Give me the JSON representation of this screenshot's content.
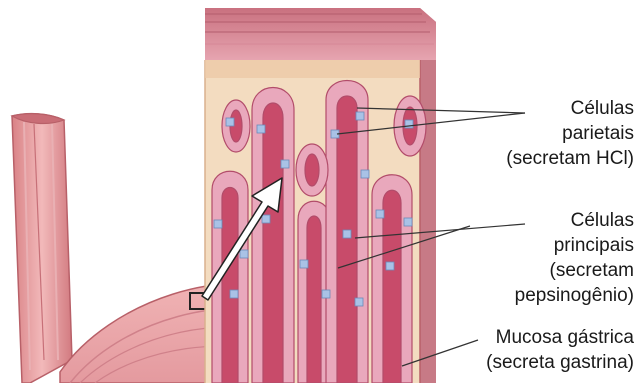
{
  "labels": {
    "parietal": {
      "line1": "Células",
      "line2": "parietais",
      "line3": "(secretam HCl)"
    },
    "principal": {
      "line1": "Células",
      "line2": "principais",
      "line3": "(secretam",
      "line4": "pepsinogênio)"
    },
    "mucosa": {
      "line1": "Mucosa gástrica",
      "line2": "(secreta gastrina)"
    }
  },
  "colors": {
    "mucosa_tissue": "#f3dcc0",
    "gland_cell": "#e9a8bc",
    "gland_lumen": "#c84b6a",
    "parietal_cell": "#a9c2e6",
    "muscle_layer": "#d98ba0",
    "esophagus": "#e8a2a4"
  }
}
